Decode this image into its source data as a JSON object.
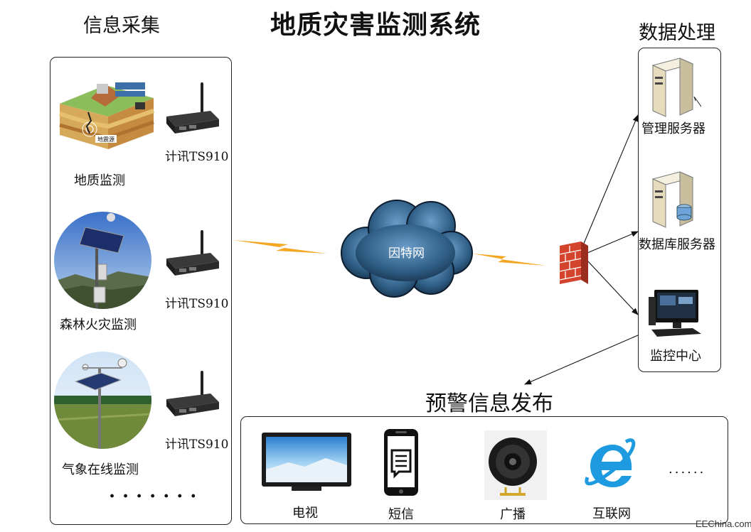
{
  "title": "地质灾害监测系统",
  "sections": {
    "collection": "信息采集",
    "processing": "数据处理",
    "warning": "预警信息发布"
  },
  "collection_items": [
    {
      "label": "地质监测",
      "device": "计讯TS910",
      "map_labels": [
        "地震源"
      ]
    },
    {
      "label": "森林火灾监测",
      "device": "计讯TS910"
    },
    {
      "label": "气象在线监测",
      "device": "计讯TS910"
    }
  ],
  "collection_more": "·······",
  "network": {
    "label": "因特网"
  },
  "processing_items": [
    {
      "label": "管理服务器"
    },
    {
      "label": "数据库服务器"
    },
    {
      "label": "监控中心"
    }
  ],
  "warning_items": [
    {
      "label": "电视"
    },
    {
      "label": "短信"
    },
    {
      "label": "广播"
    },
    {
      "label": "互联网"
    }
  ],
  "warning_more": "......",
  "watermark": "EEChina.com",
  "colors": {
    "lightning": "#f5a623",
    "firewall": "#d4432c",
    "cloud": "#2f5f86",
    "ie_logo": "#1e9be0"
  }
}
